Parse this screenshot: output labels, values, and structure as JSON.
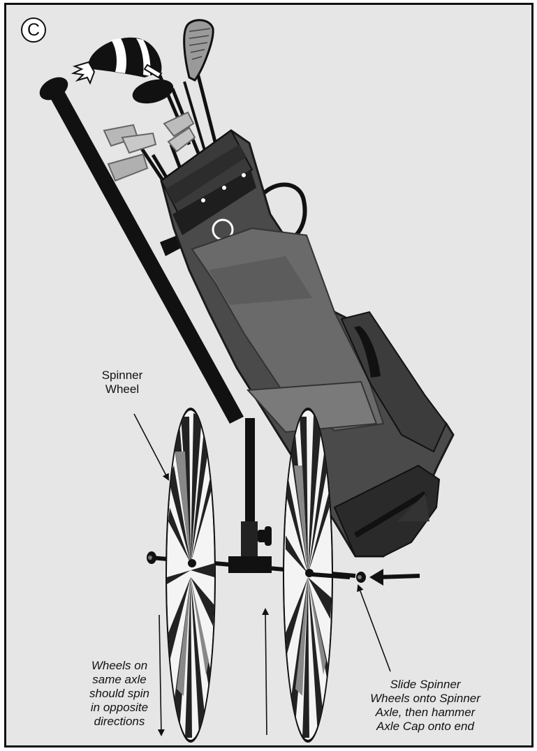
{
  "panel_letter": "C",
  "labels": {
    "spinner_wheel": [
      "Spinner",
      "Wheel"
    ],
    "wheels_spin": [
      "Wheels on",
      "same axle",
      "should spin",
      "in opposite",
      "directions"
    ],
    "slide_spinner": [
      "Slide Spinner",
      "Wheels onto Spinner",
      "Axle, then hammer",
      "Axle Cap onto end"
    ]
  },
  "colors": {
    "background": "#e6e6e6",
    "bag_body": "#4a4a4a",
    "bag_dark": "#2c2c2c",
    "bag_light": "#6e6e6e",
    "frame_black": "#111111",
    "iron_grey": "#b8b8b8"
  }
}
